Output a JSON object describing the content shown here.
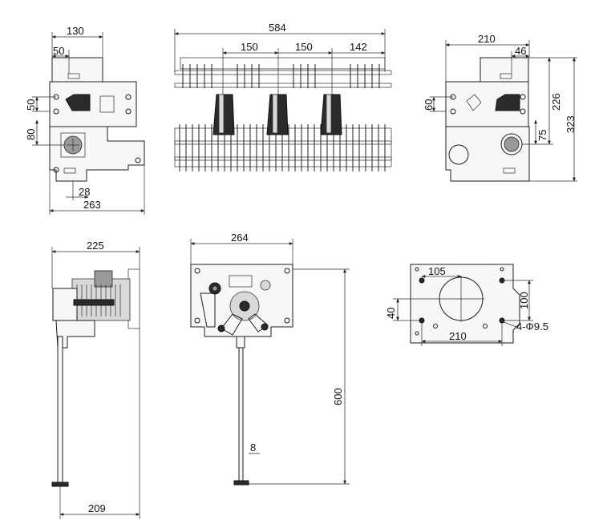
{
  "views": {
    "front_left": {
      "d_width_top": "130",
      "d_offset_top": "50",
      "d_hole_v": "50",
      "d_handle_v": "80",
      "d_bottom_small": "28",
      "d_overall": "263"
    },
    "top_main": {
      "d_overall": "584",
      "d_pitch_1": "150",
      "d_pitch_2": "150",
      "d_pitch_3": "142"
    },
    "right_side": {
      "d_width": "210",
      "d_offset": "46",
      "d_hole_v": "60",
      "d_height_226": "226",
      "d_height_323": "323",
      "d_height_75": "75"
    },
    "side_shaft": {
      "d_width": "225",
      "d_bottom": "209"
    },
    "mechanism": {
      "d_width": "264",
      "d_length": "600",
      "d_shaft": "8"
    },
    "mounting_plate": {
      "d_hole_x": "105",
      "d_hole_y": "100",
      "d_hole_y2": "40",
      "d_width": "210",
      "d_holes": "4-Φ9.5"
    }
  }
}
